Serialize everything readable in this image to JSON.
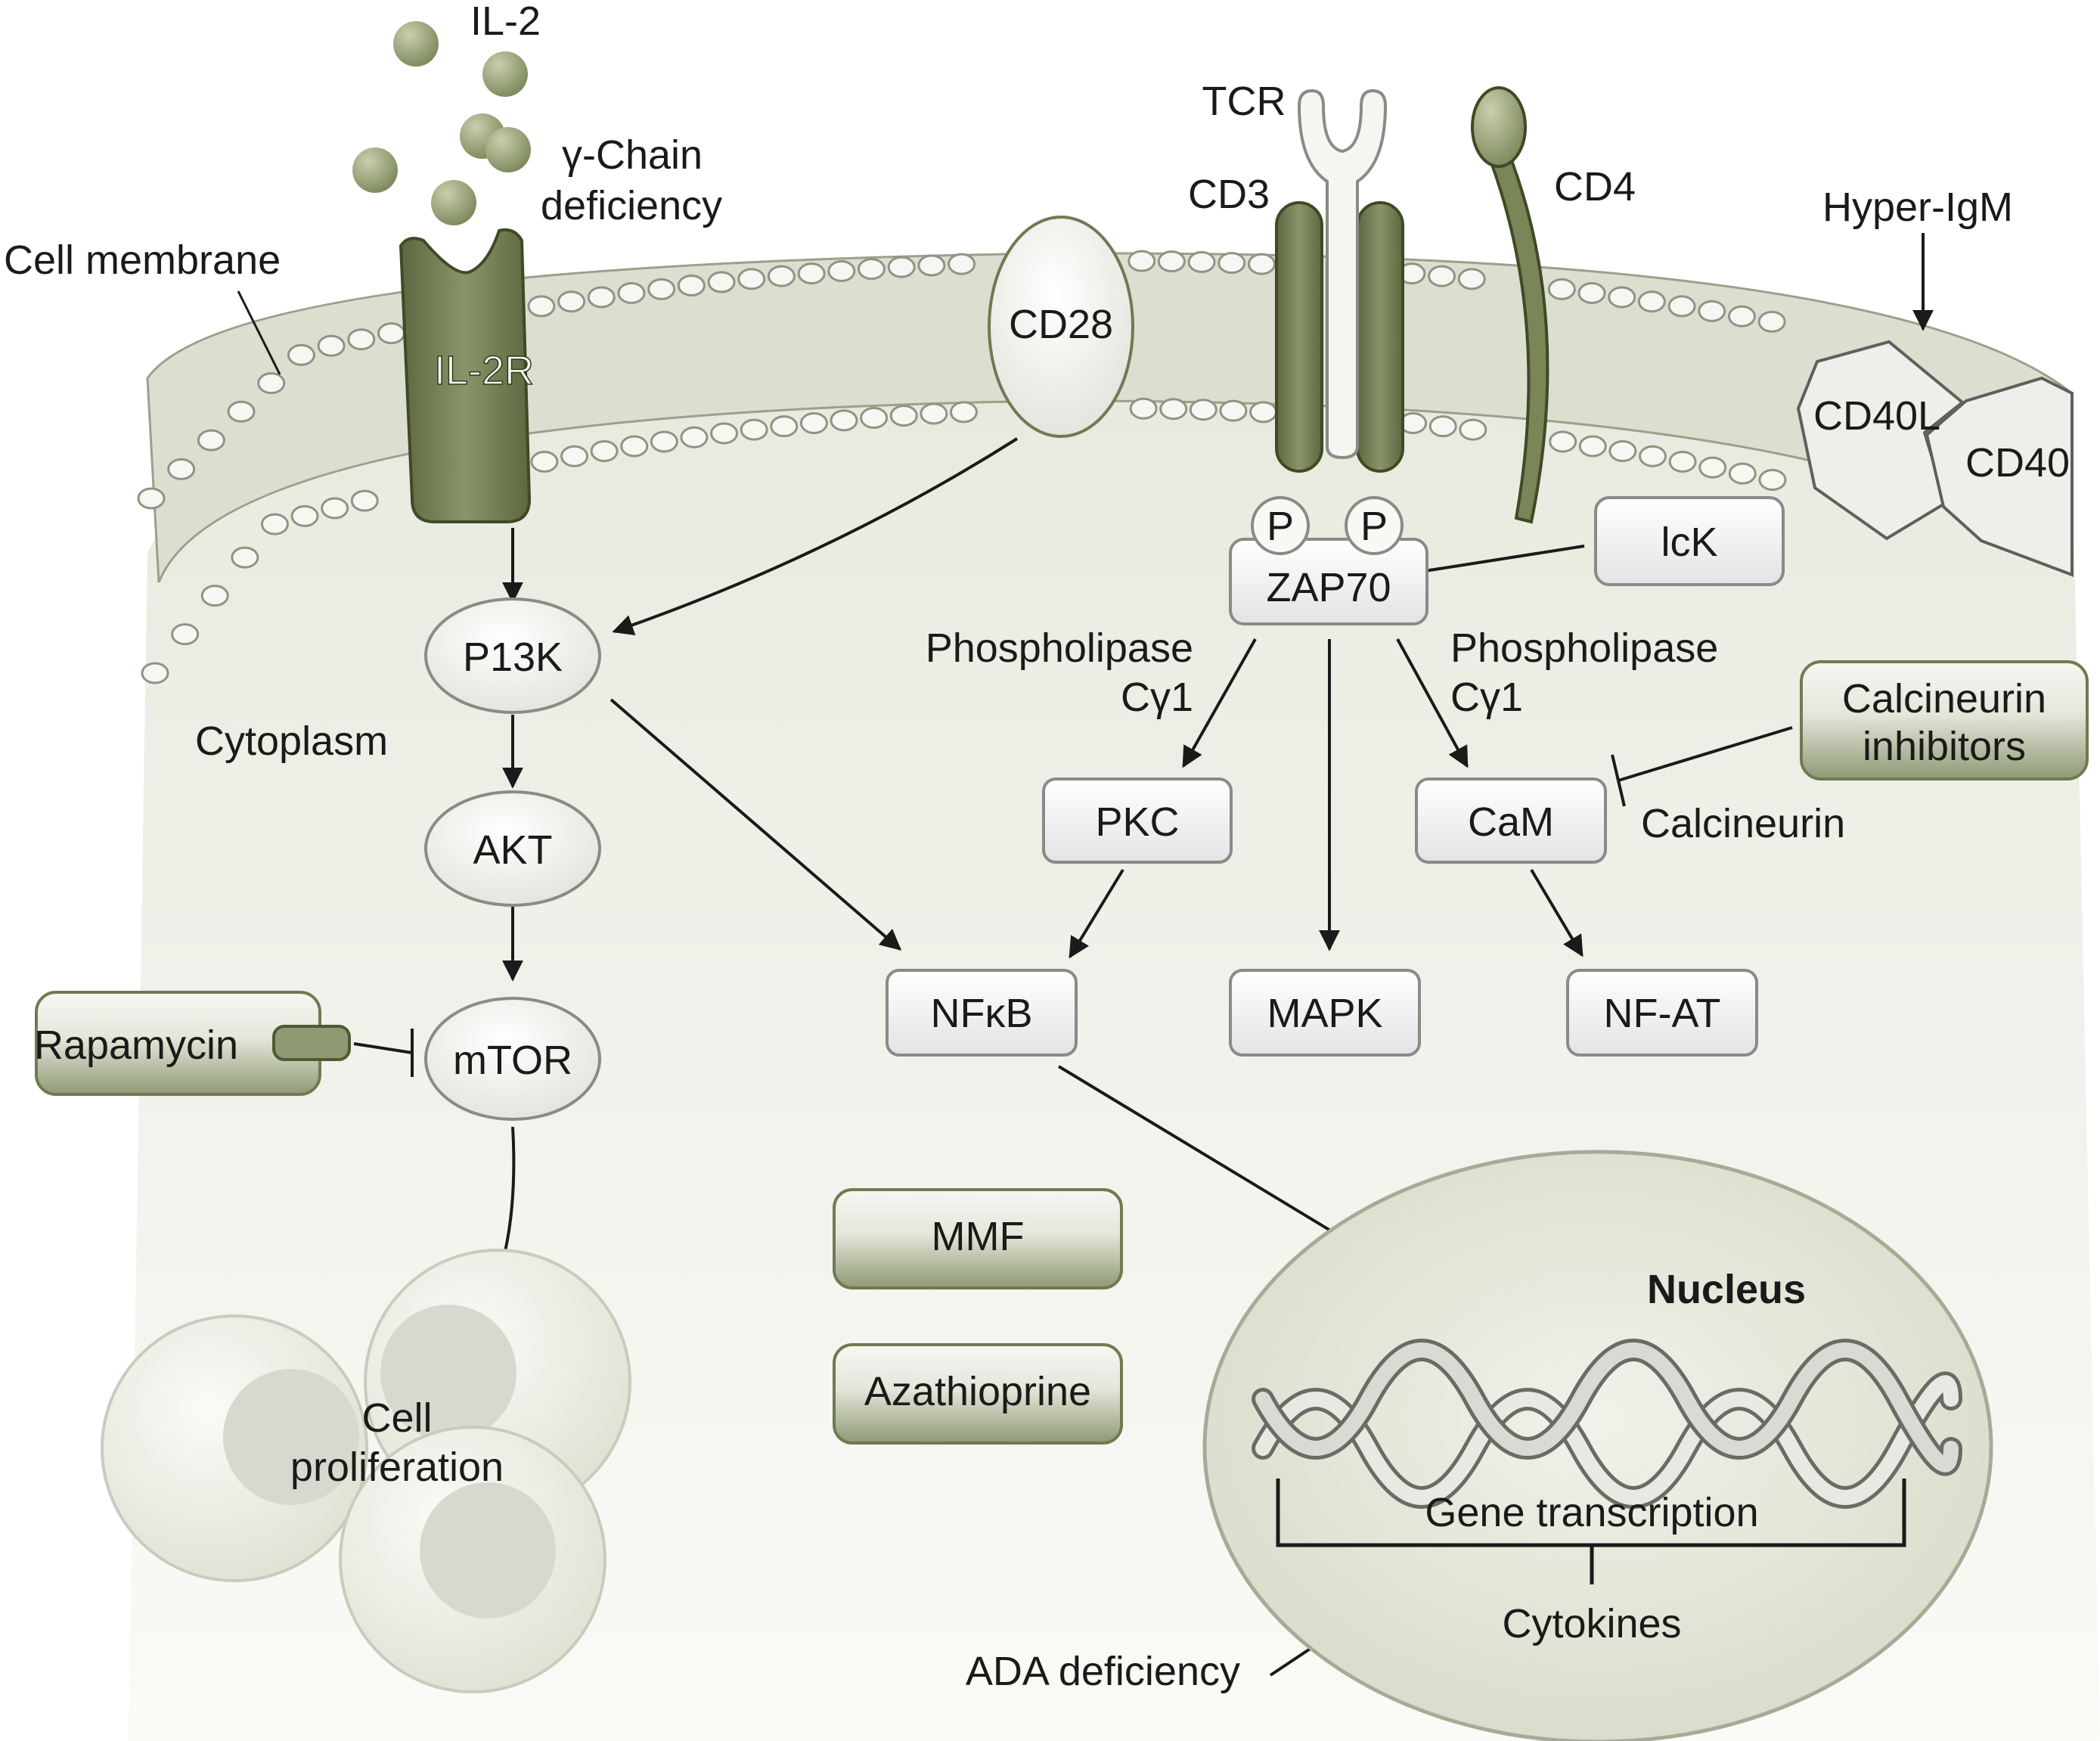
{
  "labels": {
    "il2": "IL-2",
    "gamma_chain_line1": "γ-Chain",
    "gamma_chain_line2": "deficiency",
    "cell_membrane": "Cell membrane",
    "il2r": "IL-2R",
    "cd28": "CD28",
    "tcr": "TCR",
    "cd3": "CD3",
    "cd4": "CD4",
    "hyper_igm": "Hyper-IgM",
    "cd40l": "CD40L",
    "cd40": "CD40",
    "p_left": "P",
    "p_right": "P",
    "cytoplasm": "Cytoplasm",
    "phospholipase_left_line1": "Phospholipase",
    "phospholipase_left_line2": "Cγ1",
    "phospholipase_right_line1": "Phospholipase",
    "phospholipase_right_line2": "Cγ1",
    "calcineurin": "Calcineurin",
    "nucleus": "Nucleus",
    "gene_transcription": "Gene transcription",
    "cytokines": "Cytokines",
    "ada_deficiency": "ADA deficiency",
    "cell_proliferation_line1": "Cell",
    "cell_proliferation_line2": "proliferation"
  },
  "ovals": {
    "p13k": "P13K",
    "akt": "AKT",
    "mtor": "mTOR"
  },
  "boxes": {
    "zap70": "ZAP70",
    "lck": "lcK",
    "pkc": "PKC",
    "cam": "CaM",
    "nfkb": "NFκB",
    "mapk": "MAPK",
    "nfat": "NF-AT"
  },
  "drugs": {
    "rapamycin": "Rapamycin",
    "calcineurin_inhibitors_line1": "Calcineurin",
    "calcineurin_inhibitors_line2": "inhibitors",
    "mmf": "MMF",
    "azathioprine": "Azathioprine"
  },
  "colors": {
    "receptor_olive": "#6f7a52",
    "cytoplasm_fill": "#eeefe6",
    "drug_box_gradient_end": "#8f9a74",
    "node_fill": "#f4f4f1"
  }
}
